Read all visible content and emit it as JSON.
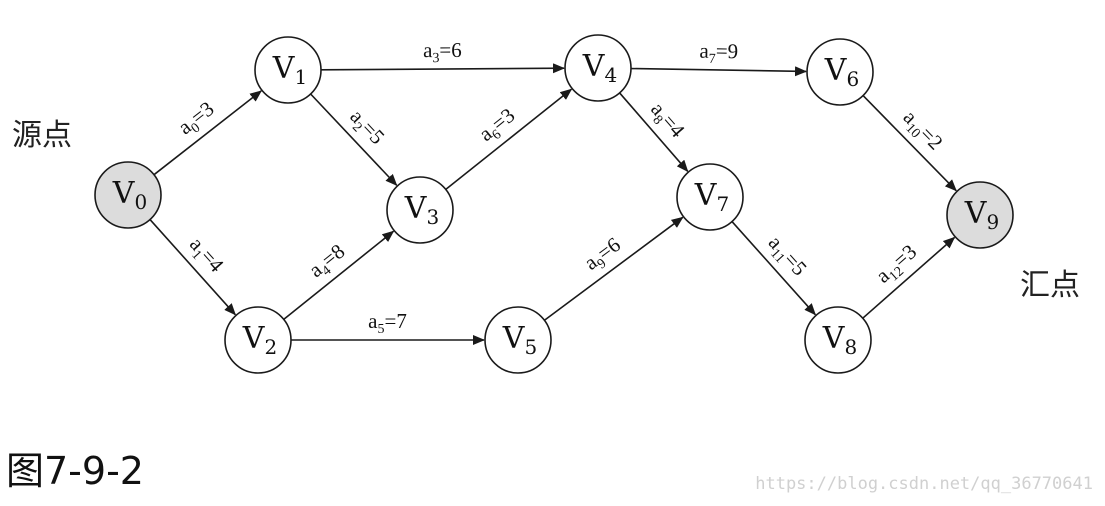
{
  "diagram": {
    "source_label": "源点",
    "sink_label": "汇点",
    "colors": {
      "node_fill": "#ffffff",
      "endpoint_fill": "#dcdcdc",
      "stroke": "#1a1a1a"
    },
    "nodes": [
      {
        "id": "v0",
        "base": "V",
        "sub": "0",
        "endpoint": true
      },
      {
        "id": "v1",
        "base": "V",
        "sub": "1",
        "endpoint": false
      },
      {
        "id": "v2",
        "base": "V",
        "sub": "2",
        "endpoint": false
      },
      {
        "id": "v3",
        "base": "V",
        "sub": "3",
        "endpoint": false
      },
      {
        "id": "v4",
        "base": "V",
        "sub": "4",
        "endpoint": false
      },
      {
        "id": "v5",
        "base": "V",
        "sub": "5",
        "endpoint": false
      },
      {
        "id": "v6",
        "base": "V",
        "sub": "6",
        "endpoint": false
      },
      {
        "id": "v7",
        "base": "V",
        "sub": "7",
        "endpoint": false
      },
      {
        "id": "v8",
        "base": "V",
        "sub": "8",
        "endpoint": false
      },
      {
        "id": "v9",
        "base": "V",
        "sub": "9",
        "endpoint": true
      }
    ],
    "edges": [
      {
        "from": "v0",
        "to": "v1",
        "base": "a",
        "sub": "0",
        "weight": "=3"
      },
      {
        "from": "v0",
        "to": "v2",
        "base": "a",
        "sub": "1",
        "weight": "=4"
      },
      {
        "from": "v1",
        "to": "v3",
        "base": "a",
        "sub": "2",
        "weight": "=5"
      },
      {
        "from": "v1",
        "to": "v4",
        "base": "a",
        "sub": "3",
        "weight": "=6"
      },
      {
        "from": "v2",
        "to": "v3",
        "base": "a",
        "sub": "4",
        "weight": "=8"
      },
      {
        "from": "v2",
        "to": "v5",
        "base": "a",
        "sub": "5",
        "weight": "=7"
      },
      {
        "from": "v3",
        "to": "v4",
        "base": "a",
        "sub": "6",
        "weight": "=3"
      },
      {
        "from": "v4",
        "to": "v6",
        "base": "a",
        "sub": "7",
        "weight": "=9"
      },
      {
        "from": "v4",
        "to": "v7",
        "base": "a",
        "sub": "8",
        "weight": "=4"
      },
      {
        "from": "v5",
        "to": "v7",
        "base": "a",
        "sub": "9",
        "weight": "=6"
      },
      {
        "from": "v6",
        "to": "v9",
        "base": "a",
        "sub": "10",
        "weight": "=2"
      },
      {
        "from": "v7",
        "to": "v8",
        "base": "a",
        "sub": "11",
        "weight": "=5"
      },
      {
        "from": "v8",
        "to": "v9",
        "base": "a",
        "sub": "12",
        "weight": "=3"
      }
    ]
  },
  "caption": "图7-9-2",
  "watermark": "https://blog.csdn.net/qq_36770641"
}
